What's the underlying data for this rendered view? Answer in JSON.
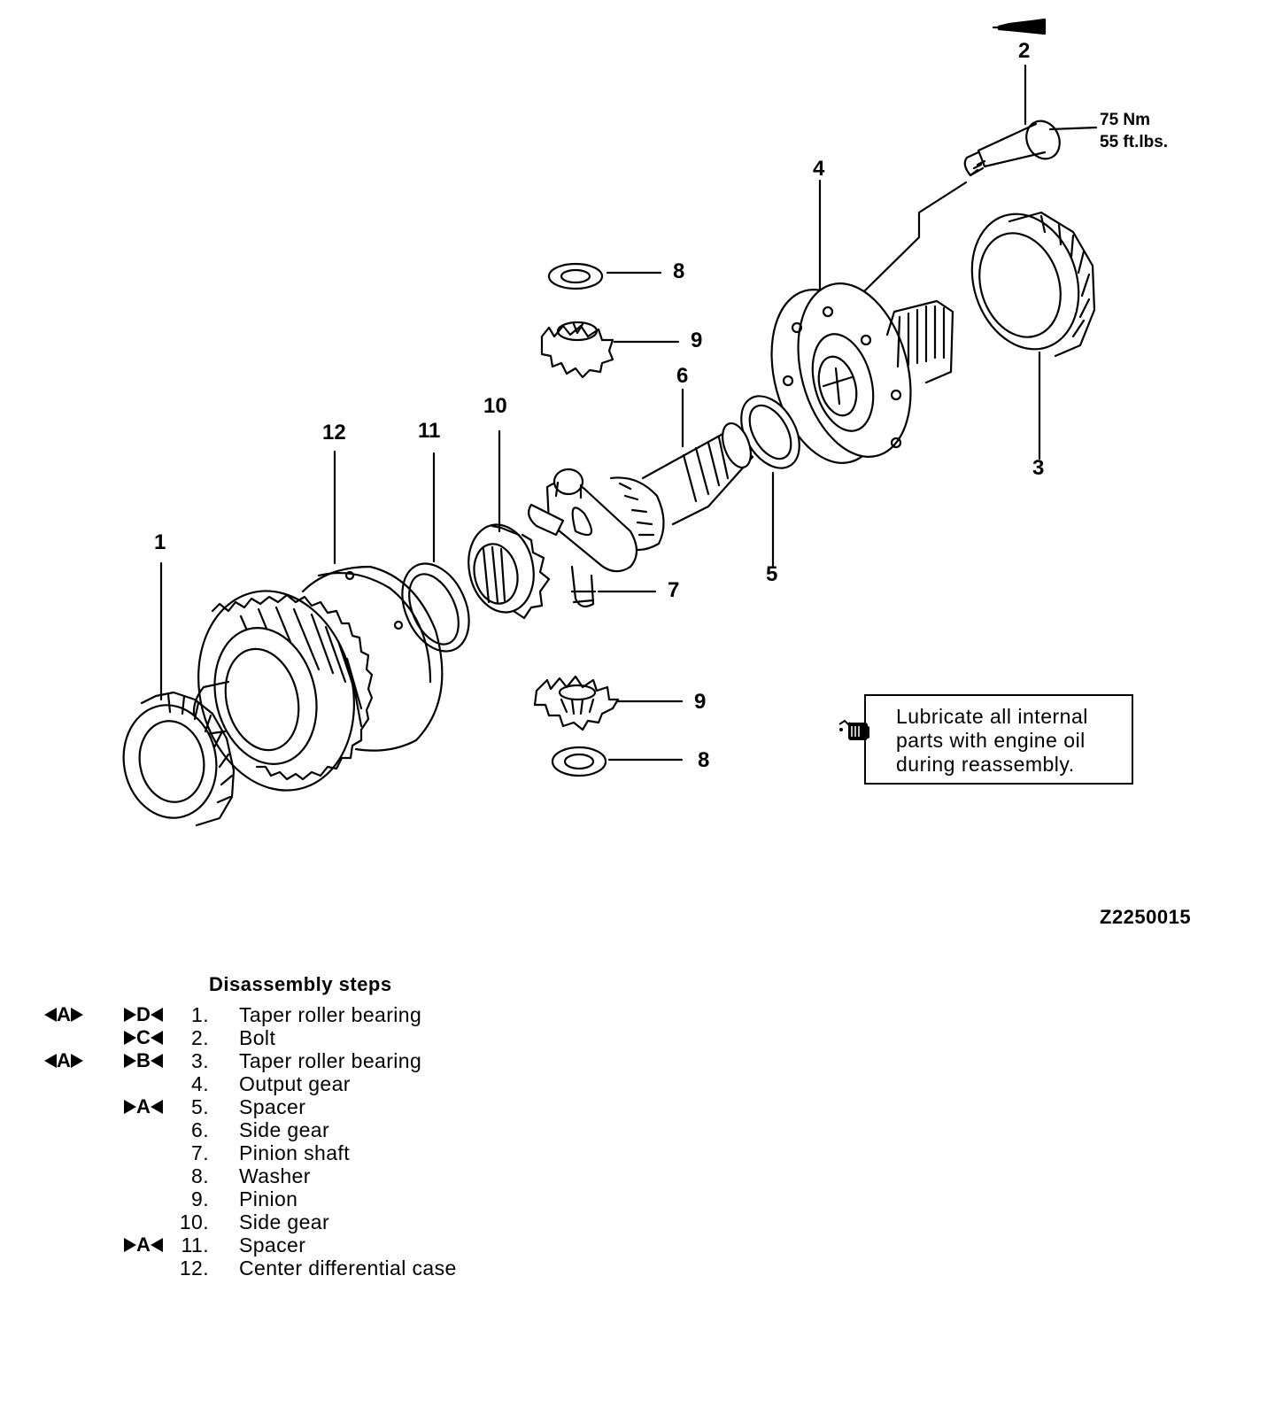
{
  "callouts": {
    "c1": "1",
    "c2": "2",
    "c3": "3",
    "c4": "4",
    "c5": "5",
    "c6": "6",
    "c7": "7",
    "c8a": "8",
    "c8b": "8",
    "c9a": "9",
    "c9b": "9",
    "c10": "10",
    "c11": "11",
    "c12": "12"
  },
  "torque": {
    "metric": "75 Nm",
    "imperial": "55 ft.lbs."
  },
  "note": {
    "icon": "oil-can-icon",
    "lines": [
      "Lubricate all internal",
      "parts with engine oil",
      "during reassembly."
    ]
  },
  "figure_id": "Z2250015",
  "steps": {
    "title": "Disassembly steps",
    "items": [
      {
        "num": "1.",
        "label": "Taper roller bearing",
        "left_mark": "A",
        "right_mark": "D"
      },
      {
        "num": "2.",
        "label": "Bolt",
        "left_mark": "",
        "right_mark": "C"
      },
      {
        "num": "3.",
        "label": "Taper roller bearing",
        "left_mark": "A",
        "right_mark": "B"
      },
      {
        "num": "4.",
        "label": "Output gear",
        "left_mark": "",
        "right_mark": ""
      },
      {
        "num": "5.",
        "label": "Spacer",
        "left_mark": "",
        "right_mark": "A"
      },
      {
        "num": "6.",
        "label": "Side gear",
        "left_mark": "",
        "right_mark": ""
      },
      {
        "num": "7.",
        "label": "Pinion shaft",
        "left_mark": "",
        "right_mark": ""
      },
      {
        "num": "8.",
        "label": "Washer",
        "left_mark": "",
        "right_mark": ""
      },
      {
        "num": "9.",
        "label": "Pinion",
        "left_mark": "",
        "right_mark": ""
      },
      {
        "num": "10.",
        "label": "Side gear",
        "left_mark": "",
        "right_mark": ""
      },
      {
        "num": "11.",
        "label": "Spacer",
        "left_mark": "",
        "right_mark": "A"
      },
      {
        "num": "12.",
        "label": "Center differential case",
        "left_mark": "",
        "right_mark": ""
      }
    ]
  }
}
